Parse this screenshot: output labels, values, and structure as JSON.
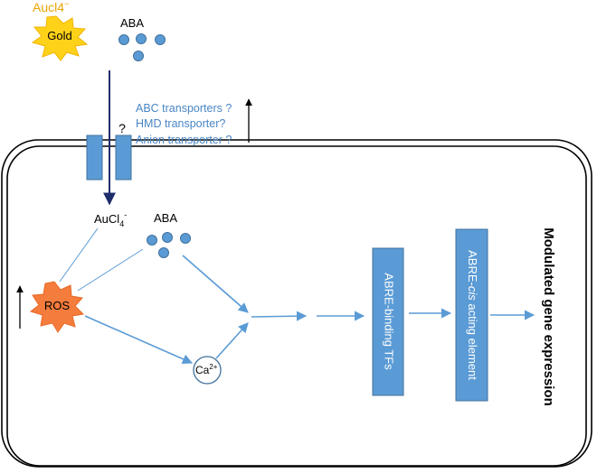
{
  "labels": {
    "aucl4_top": "Aucl4",
    "aucl4_top_charge": "−",
    "gold": "Gold",
    "aba_top": "ABA",
    "question_mark": "?",
    "transporters": [
      "ABC transporters ?",
      "HMD transporter?",
      "Anion transporter ?"
    ],
    "aucl4_inside": "AuCl",
    "aucl4_inside_sub": "4",
    "aucl4_inside_sup": "-",
    "aba_inside": "ABA",
    "ros": "ROS",
    "calcium": "Ca",
    "calcium_sup": "2+",
    "abre_binding_tfs": "ABRE-binding TFs",
    "abre_cis_prefix": "ABRE-",
    "abre_cis_italic": "cis",
    "abre_cis_suffix": " acting element",
    "modulated_gene_expression": "Modulated gene expression"
  },
  "colors": {
    "accent_blue": "#5b9bd5",
    "box_blue": "#5b9bd5",
    "box_border": "#41719c",
    "transporter_text": "#4a86c5",
    "gold_fill": "#ffd21a",
    "gold_label": "#e8a500",
    "ros_fill": "#f47c3c",
    "dark_arrow": "#1f2d6b",
    "black": "#000000"
  },
  "icons": {
    "gold": "star-burst-icon",
    "ros": "star-burst-icon",
    "aba": "molecule-dot-icon"
  }
}
